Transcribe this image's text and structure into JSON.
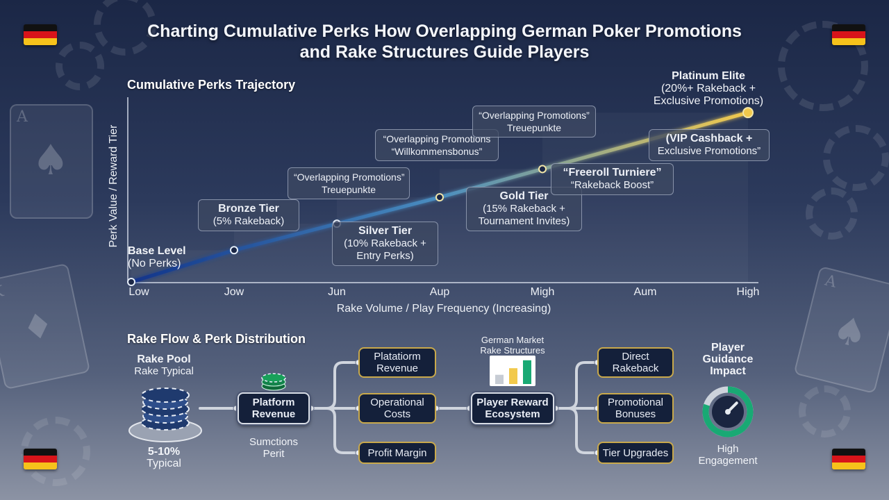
{
  "title": "Charting Cumulative Perks How Overlapping German Poker Promotions and Rake Structures Guide Players",
  "chart_section_title": "Cumulative Perks Trajectory",
  "chart_data": {
    "type": "line",
    "title": "Cumulative Perks Trajectory",
    "xlabel": "Rake Volume / Play Frequency (Increasing)",
    "ylabel": "Perk Value / Reward Tier",
    "categories": [
      "Low",
      "Jow",
      "Jun",
      "Aup",
      "Migh",
      "Aum",
      "High"
    ],
    "x": [
      0,
      1,
      2,
      3,
      4,
      5,
      6
    ],
    "series": [
      {
        "points": [
          [
            0,
            0
          ],
          [
            1,
            0.18
          ],
          [
            2,
            0.33
          ],
          [
            3,
            0.48
          ],
          [
            4,
            0.64
          ],
          [
            6,
            0.96
          ]
        ]
      }
    ],
    "ylim": [
      0,
      1
    ],
    "grid": false,
    "labels": {
      "base": {
        "line1": "Base Level",
        "line2": "(No Perks)"
      },
      "bronze": {
        "line1": "Bronze Tier",
        "line2": "(5% Rakeback)"
      },
      "silver": {
        "line1": "Silver Tier",
        "line2": "(10% Rakeback +",
        "line3": "Entry Perks)"
      },
      "gold": {
        "line1": "Gold Tier",
        "line2": "(15% Rakeback +",
        "line3": "Tournament Invites)"
      },
      "platinum": {
        "line1": "Platinum Elite",
        "line2": "(20%+ Rakeback +",
        "line3": "Exclusive Promotions)"
      },
      "promo1": {
        "line1": "“Overlapping Promotions”",
        "line2": "Treuepunkte"
      },
      "promo2": {
        "line1": "“Overlapping Promotions",
        "line2": "“Willkommensbonus”"
      },
      "promo3": {
        "line1": "“Overlapping Promotions”",
        "line2": "Treuepunkte"
      },
      "freeroll": {
        "line1": "“Freeroll Turniere”",
        "line2": "“Rakeback Boost”"
      },
      "vip": {
        "line1": "(VIP Cashback +",
        "line2": "Exclusive Promotions”"
      }
    }
  },
  "flow": {
    "section_title": "Rake Flow & Perk Distribution",
    "rake_pool": {
      "line1": "Rake Pool",
      "line2": "Rake Typical"
    },
    "percent": {
      "line1": "5-10%",
      "line2": "Typical"
    },
    "platform_revenue": {
      "line1": "Platform",
      "line2": "Revenue"
    },
    "sumctions": {
      "line1": "Sumctions",
      "line2": "Perit"
    },
    "platform_revenue_2": {
      "line1": "Platatiorm",
      "line2": "Revenue"
    },
    "operational_costs": {
      "line1": "Operational",
      "line2": "Costs"
    },
    "profit_margin": "Profit Margin",
    "german_market": {
      "line1": "German Market",
      "line2": "Rake Structures"
    },
    "player_reward": {
      "line1": "Player Reward",
      "line2": "Ecosystem"
    },
    "direct_rakeback": {
      "line1": "Direct",
      "line2": "Rakeback"
    },
    "promotional_bonuses": {
      "line1": "Promotional",
      "line2": "Bonuses"
    },
    "tier_upgrades": "Tier Upgrades",
    "guidance": {
      "line1": "Player",
      "line2": "Guidance",
      "line3": "Impact"
    },
    "engagement": {
      "line1": "High",
      "line2": "Engagement"
    },
    "mini_bar_values": [
      0.35,
      0.6,
      0.9
    ],
    "gauge_level": 0.8
  },
  "colors": {
    "line_start": "#12348a",
    "line_mid": "#4a8ec0",
    "line_end": "#f2c94c",
    "gold_border": "#c9a94b",
    "gauge_green": "#19a974"
  }
}
